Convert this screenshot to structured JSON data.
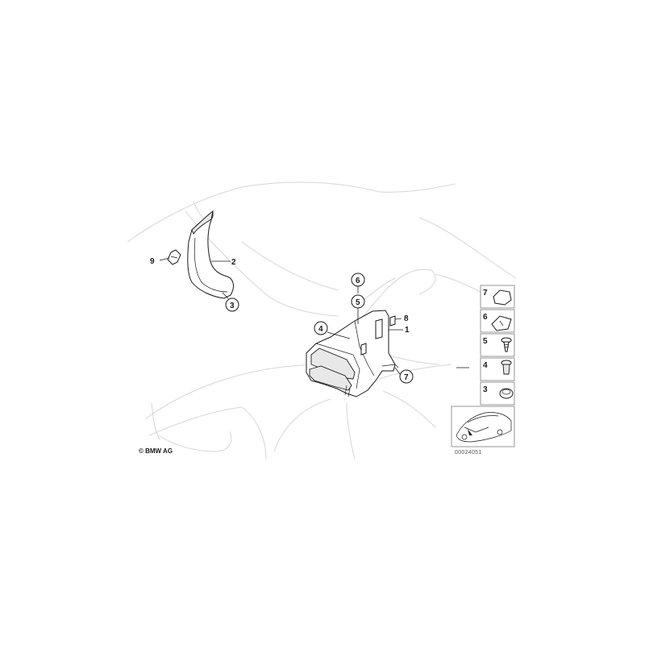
{
  "callouts": {
    "c1": "1",
    "c2": "2",
    "c3": "3",
    "c4": "4",
    "c5": "5",
    "c6": "6",
    "c7": "7",
    "c8": "8",
    "c9": "9"
  },
  "legend": {
    "items": [
      {
        "number": "7",
        "icon": "clip-nut-icon"
      },
      {
        "number": "6",
        "icon": "spring-clip-icon"
      },
      {
        "number": "5",
        "icon": "screw-icon"
      },
      {
        "number": "4",
        "icon": "expanding-rivet-icon"
      },
      {
        "number": "3",
        "icon": "push-button-clip-icon"
      }
    ]
  },
  "footer": {
    "copyright": "© BMW AG",
    "reference": "00024051"
  }
}
